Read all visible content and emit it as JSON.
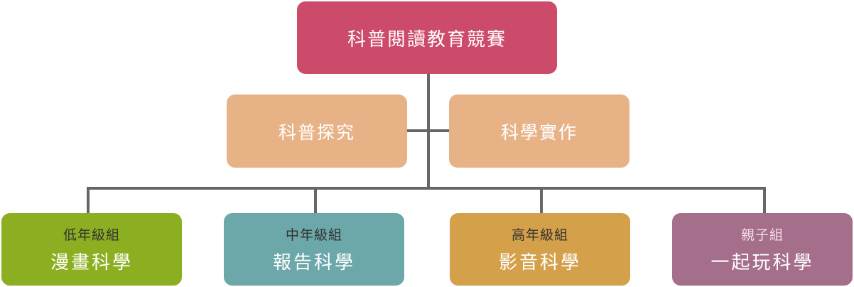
{
  "root": {
    "label": "科普閱讀教育競賽"
  },
  "tracks": [
    {
      "label": "科普探究"
    },
    {
      "label": "科學實作"
    }
  ],
  "groups": [
    {
      "level": "低年級組",
      "title": "漫畫科學"
    },
    {
      "level": "中年級組",
      "title": "報告科學"
    },
    {
      "level": "高年級組",
      "title": "影音科學"
    },
    {
      "level": "親子組",
      "title": "一起玩科學"
    }
  ],
  "colors": {
    "root": "#cc4a6a",
    "track": "#e8b287",
    "connector": "#666666",
    "group_1": "#8caf22",
    "group_2": "#6ca7a9",
    "group_3": "#d4a049",
    "group_4": "#a56f8b"
  }
}
